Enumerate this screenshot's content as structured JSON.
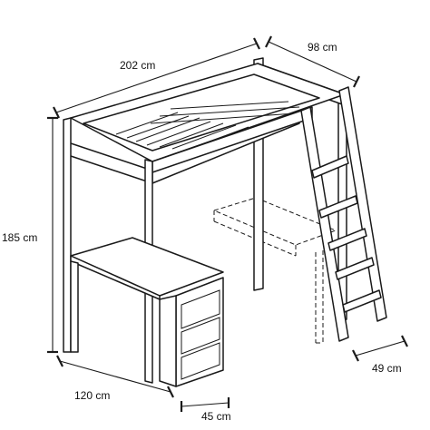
{
  "diagram": {
    "dimensions": {
      "length": "202 cm",
      "depth": "98 cm",
      "height": "185 cm",
      "desk_length": "120 cm",
      "desk_depth": "45 cm",
      "ladder_depth": "49 cm"
    }
  }
}
